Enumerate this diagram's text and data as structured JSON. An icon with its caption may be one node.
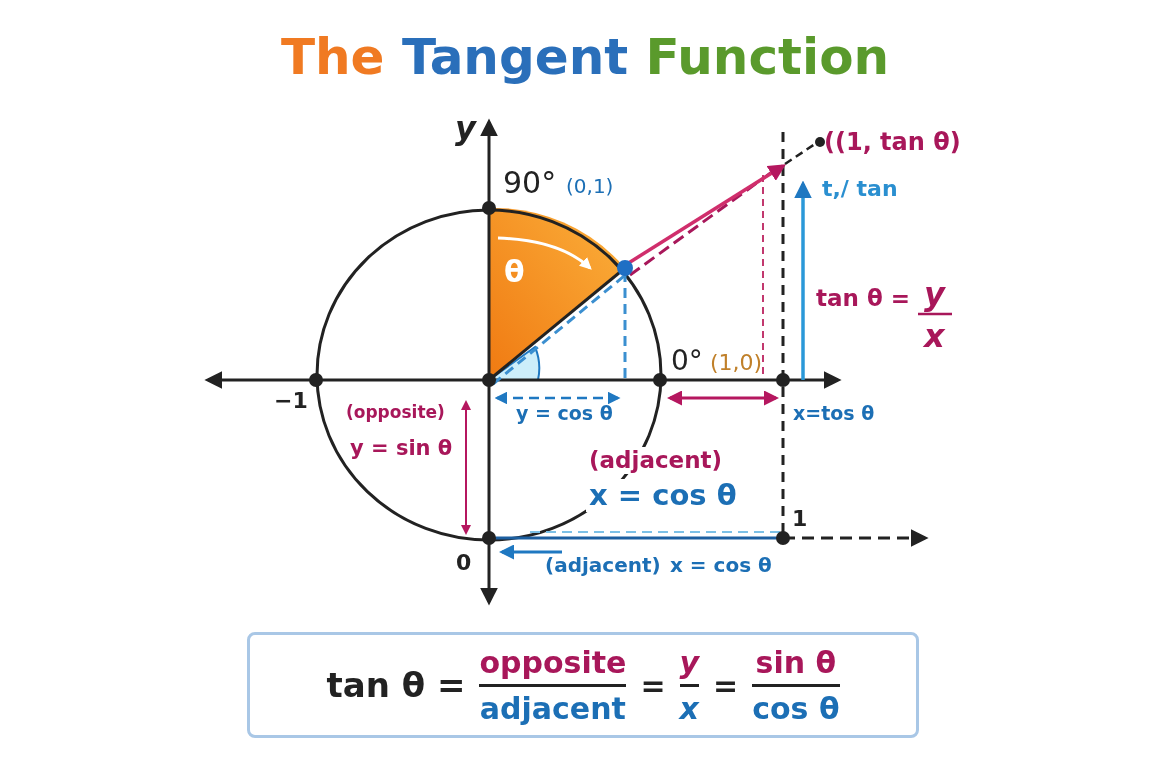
{
  "diagram": {
    "title": "The Tangent Function",
    "nodes": [
      {
        "text": [
          "tan θ =",
          "opposite",
          "adjacent",
          "=",
          "y",
          "x",
          "=",
          "sin θ",
          "cos θ"
        ]
      }
    ],
    "edges": [],
    "labels": [
      "y",
      "90°",
      "(0,1)",
      "((1, tan θ)",
      "t,/ tan",
      "θ",
      "tan θ =",
      "y",
      "x",
      "0°",
      "(1,0)",
      "−1",
      "(opposite)",
      "y = cos θ",
      "x=tos θ",
      "y = sin θ",
      "(adjacent)",
      "x = cos θ",
      "1",
      "0",
      "(adjacent)",
      "x = cos θ"
    ]
  }
}
